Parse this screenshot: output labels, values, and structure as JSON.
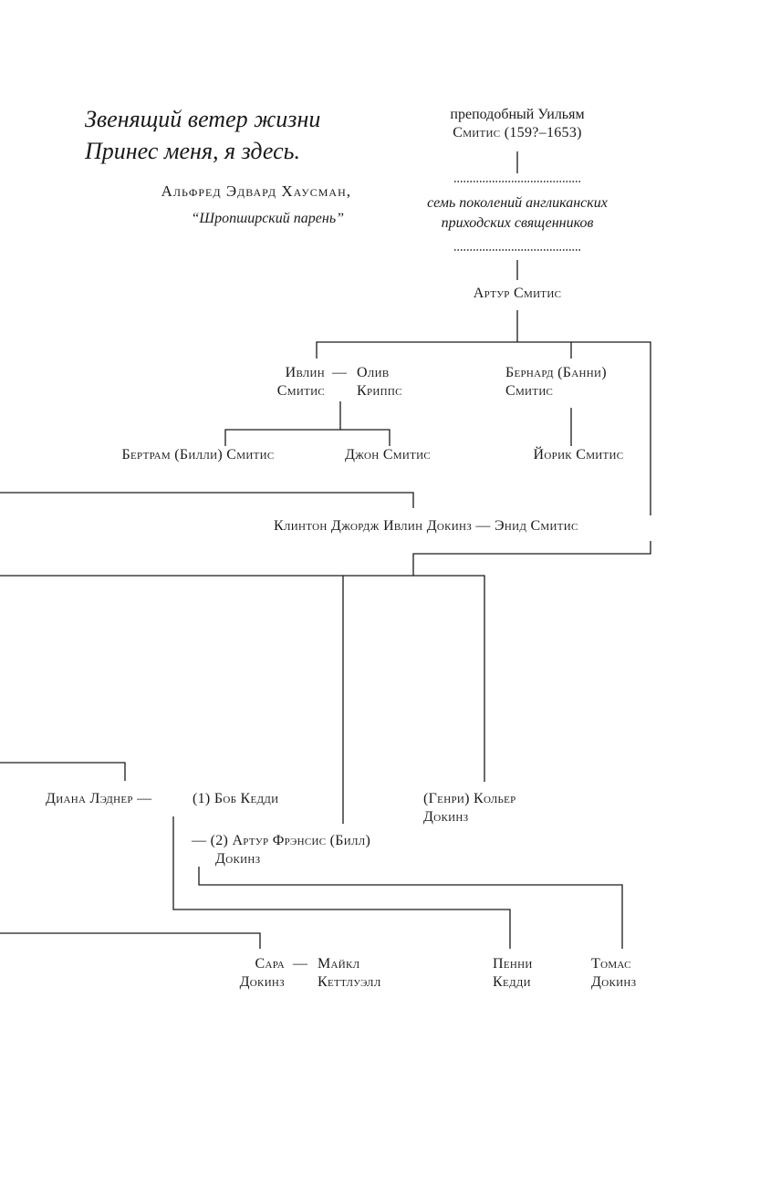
{
  "epigraph": {
    "line1": "Звенящий ветер жизни",
    "line2": "Принес меня, я здесь.",
    "author": "Альфред Эдвард Хаусман,",
    "source": "“Шропширский парень”"
  },
  "tree": {
    "ancestor_line1": "преподобный Уильям",
    "ancestor_line2": "Смитис (159?–1653)",
    "generations_line1": "семь поколений англиканских",
    "generations_line2": "приходских священников",
    "arthur": "Артур Смитис",
    "evelyn_1": "Ивлин",
    "evelyn_2": "Смитис",
    "dash": "—",
    "olive_1": "Олив",
    "olive_2": "Криппс",
    "bernard_1": "Бернард (Банни)",
    "bernard_2": "Смитис",
    "bertram": "Бертрам (Билли) Смитис",
    "john": "Джон Смитис",
    "yorick": "Йорик Смитис",
    "clinton_enid": "Клинтон Джордж Ивлин Докинз — Энид Смитис",
    "diana": "Диана Лэднер —",
    "bob": "(1) Боб Кедди",
    "bill_1": "— (2) Артур Фрэнсис (Билл)",
    "bill_2": "Докинз",
    "colyear_1": "(Генри) Кольер",
    "colyear_2": "Докинз",
    "sarah_1": "Сара",
    "sarah_2": "Докинз",
    "michael_1": "Майкл",
    "michael_2": "Кеттлуэлл",
    "penny_1": "Пенни",
    "penny_2": "Кедди",
    "thomas_1": "Томас",
    "thomas_2": "Докинз"
  }
}
